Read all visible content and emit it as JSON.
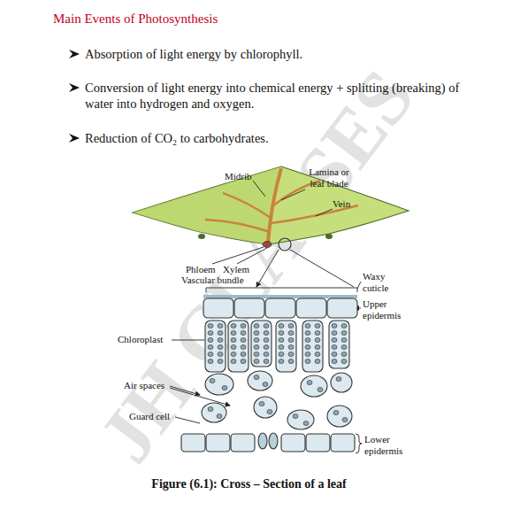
{
  "diagram": {
    "title": "Main Events of Photosynthesis",
    "caption": "Figure (6.1): Cross – Section of a leaf",
    "labels": [
      "Absorption of light energy by chlorophyll.",
      "Conversion of light energy into chemical energy + splitting (breaking) of water into hydrogen and oxygen.",
      "Reduction of CO₂ to carbohydrates.",
      "Midrib",
      "Lamina or leaf blade",
      "Vein",
      "Phloem",
      "Xylem",
      "Vascular bundle",
      "Waxy cuticle",
      "Upper epidermis",
      "Chloroplast",
      "Air spaces",
      "Guard cell",
      "Lower epidermis",
      "JH CLASSES"
    ]
  }
}
